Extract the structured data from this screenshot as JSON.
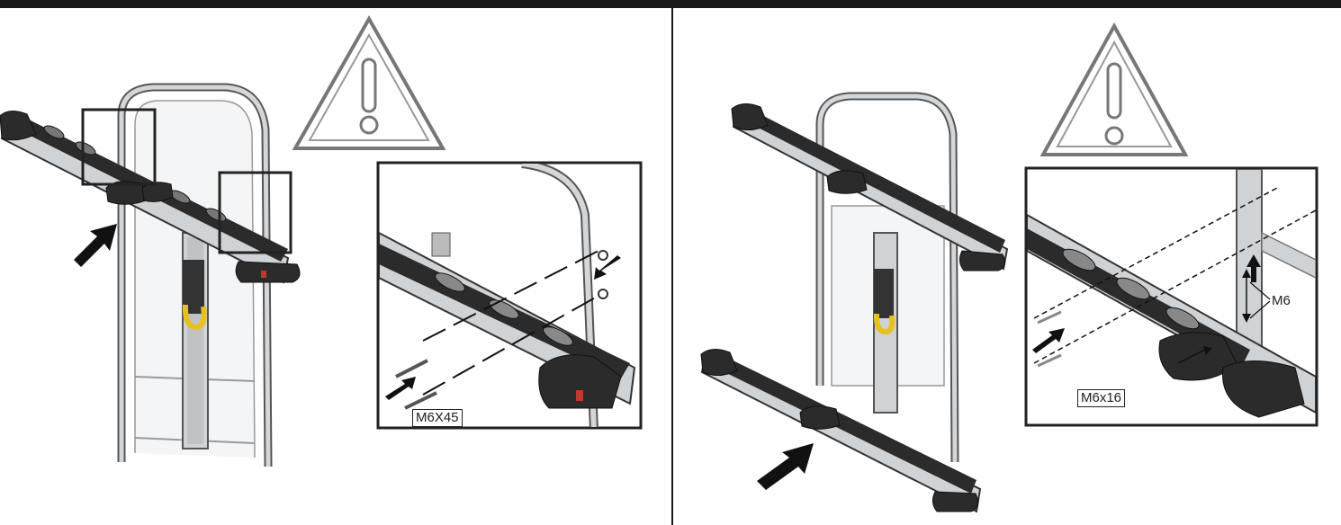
{
  "labels": {
    "bolt_long": "M6X45",
    "bolt_short": "M6x16",
    "thread": "M6"
  },
  "icons": {
    "warning": "warning-triangle-icon",
    "arrow": "black-arrow-icon"
  },
  "colors": {
    "frame": "#222222",
    "metal": "#cfd3d6",
    "plastic": "#2b2b2b",
    "highlight_yellow": "#e8c020",
    "accent_red": "#c0392b"
  }
}
